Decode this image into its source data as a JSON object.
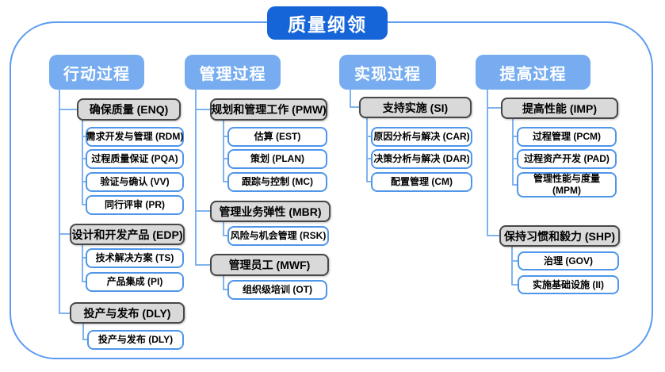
{
  "title": "质量纲领",
  "colors": {
    "title_bg": "#1565d9",
    "header_bg": "#77adf0",
    "gray_bg": "#d9d9d9",
    "gray_border": "#474747",
    "leaf_border": "#4e96ea",
    "connector": "#7fb3f0",
    "frame_border": "#5b9cf0"
  },
  "columns": [
    {
      "header": "行动过程",
      "groups": [
        {
          "label": "确保质量 (ENQ)",
          "children": [
            "需求开发与管理 (RDM)",
            "过程质量保证 (PQA)",
            "验证与确认 (VV)",
            "同行评审 (PR)"
          ]
        },
        {
          "label": "设计和开发产品 (EDP)",
          "children": [
            "技术解决方案 (TS)",
            "产品集成 (PI)"
          ]
        },
        {
          "label": "投产与发布 (DLY)",
          "children": [
            "投产与发布 (DLY)"
          ]
        }
      ]
    },
    {
      "header": "管理过程",
      "groups": [
        {
          "label": "规划和管理工作 (PMW)",
          "children": [
            "估算 (EST)",
            "策划 (PLAN)",
            "跟踪与控制 (MC)"
          ]
        },
        {
          "label": "管理业务弹性 (MBR)",
          "children": [
            "风险与机会管理 (RSK)"
          ]
        },
        {
          "label": "管理员工 (MWF)",
          "children": [
            "组织级培训 (OT)"
          ]
        }
      ]
    },
    {
      "header": "实现过程",
      "groups": [
        {
          "label": "支持实施 (SI)",
          "children": [
            "原因分析与解决 (CAR)",
            "决策分析与解决 (DAR)",
            "配置管理 (CM)"
          ]
        }
      ]
    },
    {
      "header": "提高过程",
      "groups": [
        {
          "label": "提高性能 (IMP)",
          "children": [
            "过程管理 (PCM)",
            "过程资产开发 (PAD)",
            "管理性能与度量\n(MPM)"
          ]
        },
        {
          "label": "保持习惯和毅力 (SHP)",
          "children": [
            "治理 (GOV)",
            "实施基础设施 (II)"
          ]
        }
      ]
    }
  ]
}
